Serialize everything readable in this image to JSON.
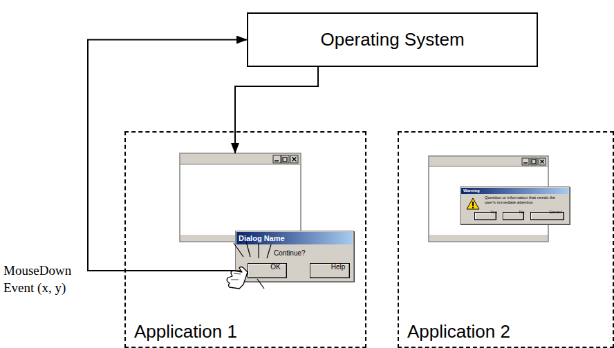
{
  "diagram": {
    "nodes": [
      {
        "text": [
          "Operating System"
        ]
      },
      {
        "text": [
          "Application 1"
        ]
      },
      {
        "text": [
          "Dialog Name",
          "Continue?"
        ],
        "in": 1
      },
      {
        "text": [
          "OK"
        ],
        "in": 2
      },
      {
        "text": [
          "Help"
        ],
        "in": 2
      },
      {
        "text": [
          "Application 2"
        ]
      },
      {
        "text": [
          "Warning",
          "Question or information that needs the user's immediate attention"
        ],
        "in": 5
      },
      {
        "text": [
          "Yes"
        ],
        "in": 6
      },
      {
        "text": [
          "No"
        ],
        "in": 6
      },
      {
        "text": [
          "Cancel"
        ],
        "in": 6
      }
    ],
    "edges": [
      {
        "from": 3,
        "to": 0,
        "arrow": "to",
        "label": "MouseDown Event (x, y)"
      },
      {
        "from": 0,
        "to": 1,
        "arrow": "to"
      }
    ]
  }
}
